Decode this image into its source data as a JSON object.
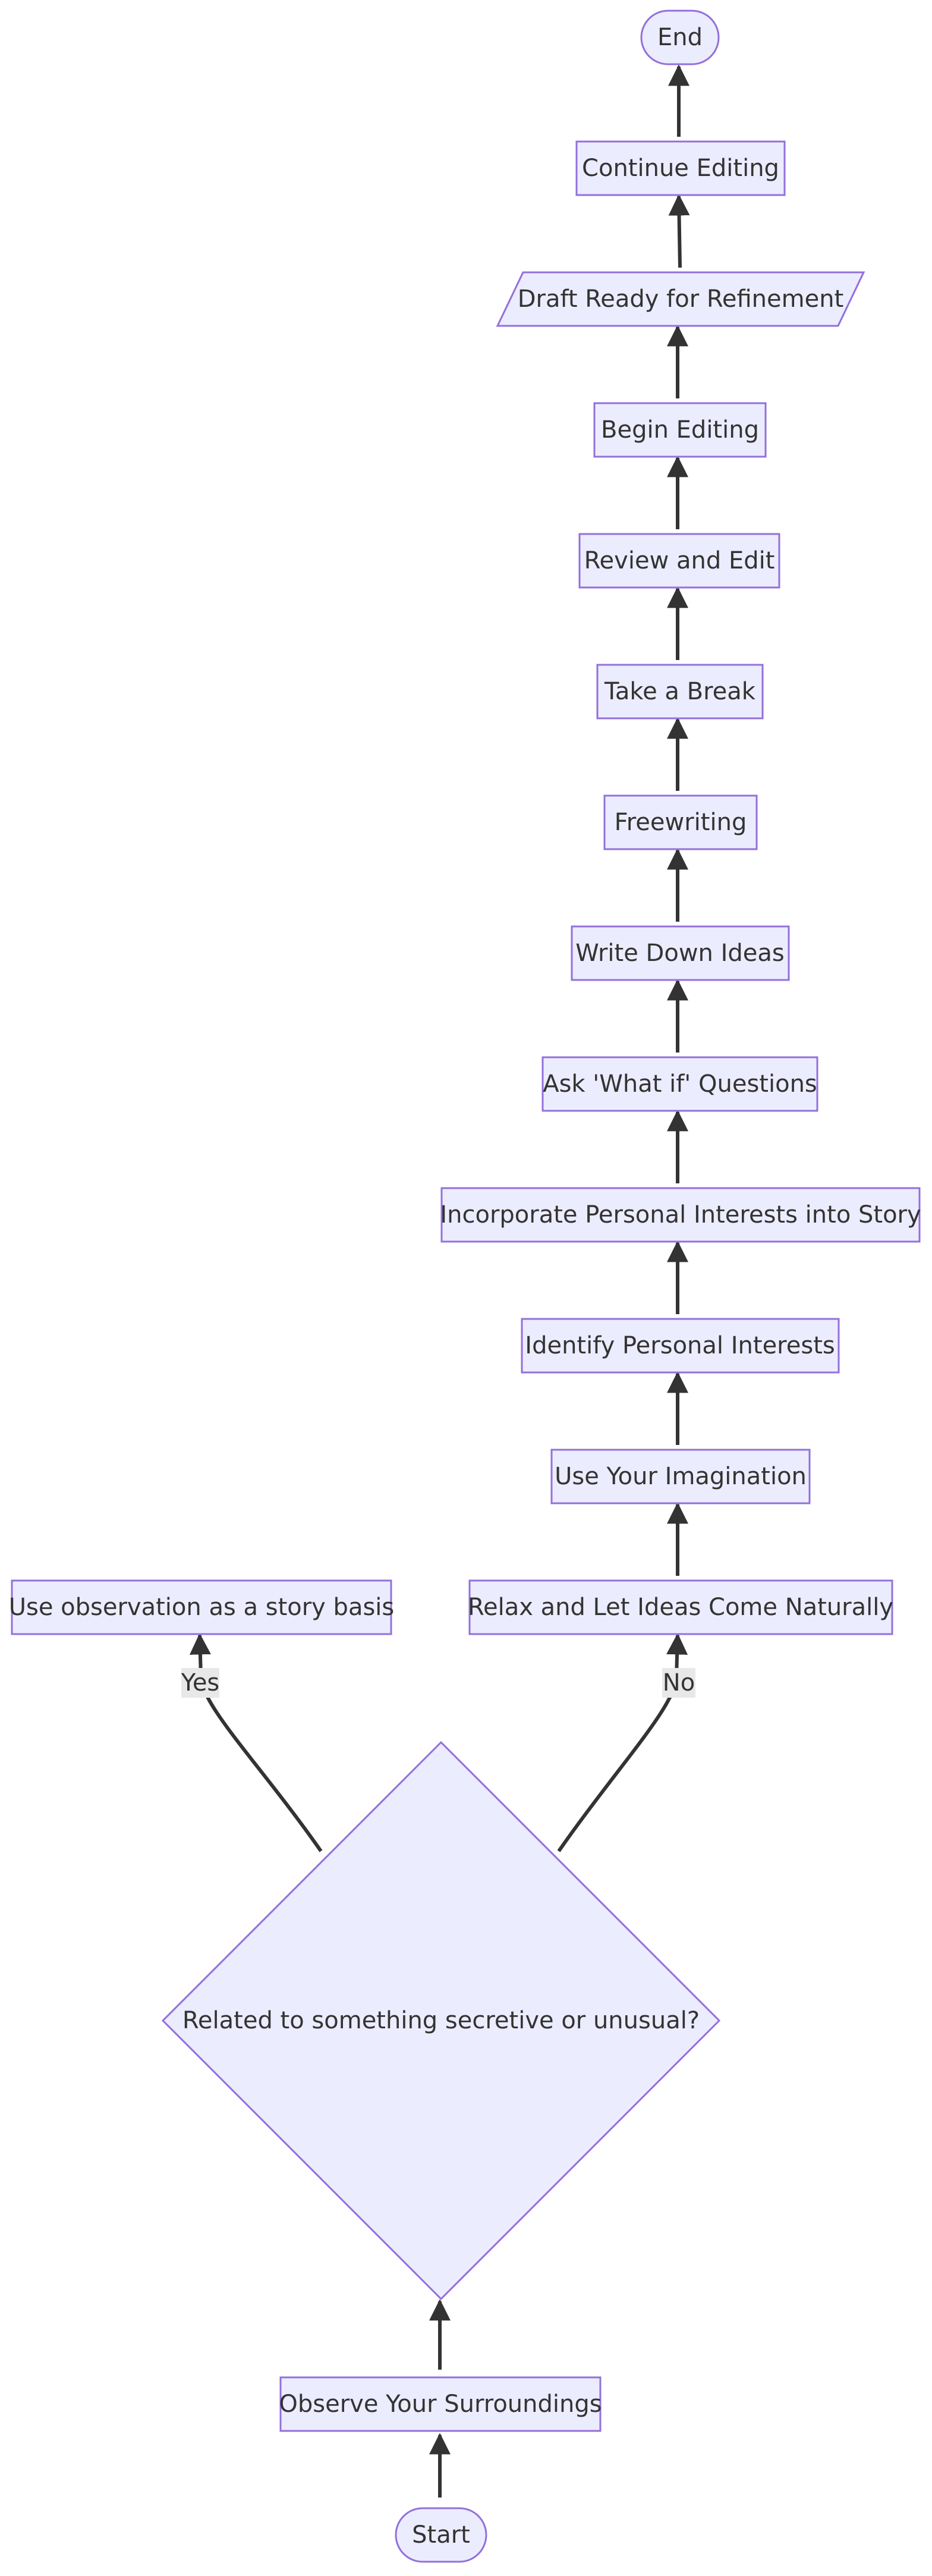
{
  "nodes": {
    "end": "End",
    "continue_editing": "Continue Editing",
    "draft_ready": "Draft Ready for Refinement",
    "begin_editing": "Begin Editing",
    "review_edit": "Review and Edit",
    "take_break": "Take a Break",
    "freewriting": "Freewriting",
    "write_ideas": "Write Down Ideas",
    "ask_what_if": "Ask 'What if' Questions",
    "incorporate": "Incorporate Personal Interests into Story",
    "identify": "Identify Personal Interests",
    "imagination": "Use Your Imagination",
    "relax": "Relax and Let Ideas Come Naturally",
    "use_observation": "Use observation as a story basis",
    "decision": "Related to something secretive or unusual?",
    "observe": "Observe Your Surroundings",
    "start": "Start"
  },
  "edge_labels": {
    "yes": "Yes",
    "no": "No"
  },
  "colors": {
    "node_fill": "#ececff",
    "node_stroke": "#9370db",
    "edge": "#333333",
    "label_bg": "#e8e8e8"
  }
}
